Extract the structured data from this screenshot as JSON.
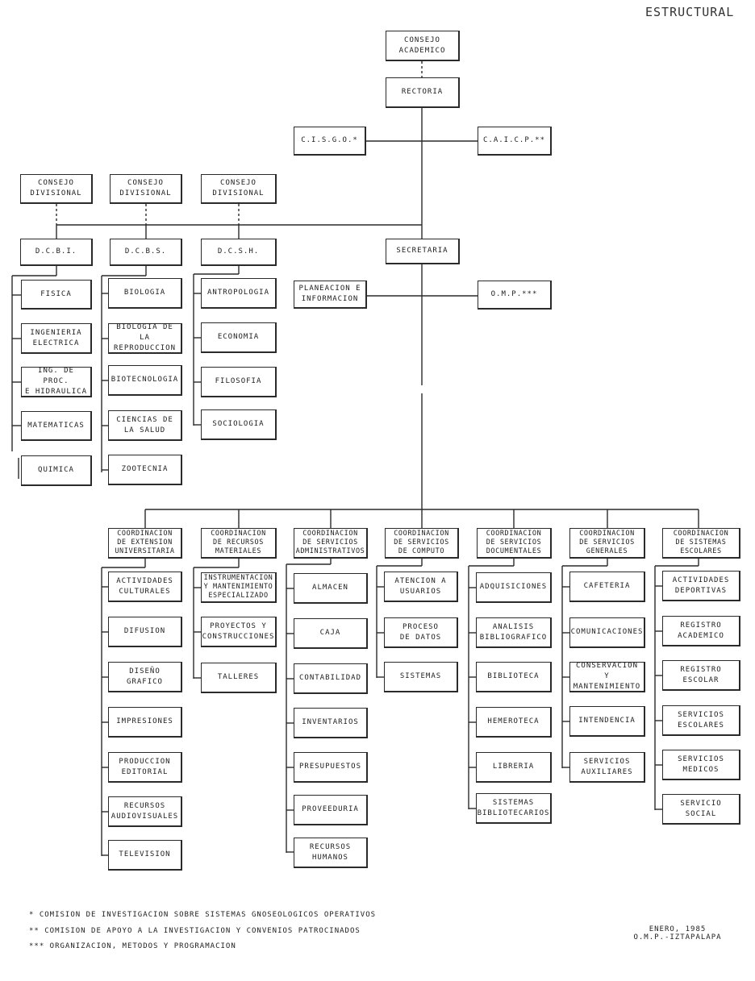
{
  "header": {
    "title": "ESTRUCTURAL"
  },
  "boxes": {
    "consejo_academico": "CONSEJO\nACADEMICO",
    "rectoria": "RECTORIA",
    "cisgo": "C.I.S.G.O.*",
    "caicp": "C.A.I.C.P.**",
    "consejo_div_1": "CONSEJO\nDIVISIONAL",
    "consejo_div_2": "CONSEJO\nDIVISIONAL",
    "consejo_div_3": "CONSEJO\nDIVISIONAL",
    "dcbi": "D.C.B.I.",
    "dcbs": "D.C.B.S.",
    "dcsh": "D.C.S.H.",
    "secretaria": "SECRETARIA",
    "planeacion": "PLANEACION E\nINFORMACION",
    "omp": "O.M.P.***"
  },
  "dcbi_units": [
    "FISICA",
    "INGENIERIA\nELECTRICA",
    "ING. DE PROC.\nE HIDRAULICA",
    "MATEMATICAS",
    "QUIMICA"
  ],
  "dcbs_units": [
    "BIOLOGIA",
    "BIOLOGIA DE LA\nREPRODUCCION",
    "BIOTECNOLOGIA",
    "CIENCIAS DE\nLA SALUD",
    "ZOOTECNIA"
  ],
  "dcsh_units": [
    "ANTROPOLOGIA",
    "ECONOMIA",
    "FILOSOFIA",
    "SOCIOLOGIA"
  ],
  "coordinaciones": [
    {
      "title": "COORDINACION\nDE EXTENSION\nUNIVERSITARIA",
      "items": [
        "ACTIVIDADES\nCULTURALES",
        "DIFUSION",
        "DISEÑO\nGRAFICO",
        "IMPRESIONES",
        "PRODUCCION\nEDITORIAL",
        "RECURSOS\nAUDIOVISUALES",
        "TELEVISION"
      ]
    },
    {
      "title": "COORDINACION\nDE RECURSOS\nMATERIALES",
      "items": [
        "INSTRUMENTACION\nY MANTENIMIENTO\nESPECIALIZADO",
        "PROYECTOS Y\nCONSTRUCCIONES",
        "TALLERES"
      ]
    },
    {
      "title": "COORDINACION\nDE SERVICIOS\nADMINISTRATIVOS",
      "items": [
        "ALMACEN",
        "CAJA",
        "CONTABILIDAD",
        "INVENTARIOS",
        "PRESUPUESTOS",
        "PROVEEDURIA",
        "RECURSOS\nHUMANOS"
      ]
    },
    {
      "title": "COORDINACION\nDE SERVICIOS\nDE COMPUTO",
      "items": [
        "ATENCION A\nUSUARIOS",
        "PROCESO\nDE DATOS",
        "SISTEMAS"
      ]
    },
    {
      "title": "COORDINACION\nDE SERVICIOS\nDOCUMENTALES",
      "items": [
        "ADQUISICIONES",
        "ANALISIS\nBIBLIOGRAFICO",
        "BIBLIOTECA",
        "HEMEROTECA",
        "LIBRERIA",
        "SISTEMAS\nBIBLIOTECARIOS"
      ]
    },
    {
      "title": "COORDINACION\nDE SERVICIOS\nGENERALES",
      "items": [
        "CAFETERIA",
        "COMUNICACIONES",
        "CONSERVACION Y\nMANTENIMIENTO",
        "INTENDENCIA",
        "SERVICIOS\nAUXILIARES"
      ]
    },
    {
      "title": "COORDINACION\nDE SISTEMAS\nESCOLARES",
      "items": [
        "ACTIVIDADES\nDEPORTIVAS",
        "REGISTRO\nACADEMICO",
        "REGISTRO\nESCOLAR",
        "SERVICIOS\nESCOLARES",
        "SERVICIOS\nMEDICOS",
        "SERVICIO\nSOCIAL"
      ]
    }
  ],
  "footnotes": [
    "* COMISION DE INVESTIGACION SOBRE SISTEMAS GNOSEOLOGICOS OPERATIVOS",
    "** COMISION DE APOYO A LA INVESTIGACION Y CONVENIOS PATROCINADOS",
    "*** ORGANIZACION, METODOS Y PROGRAMACION"
  ],
  "date": {
    "line1": "ENERO, 1985",
    "line2": "O.M.P.-IZTAPALAPA"
  }
}
